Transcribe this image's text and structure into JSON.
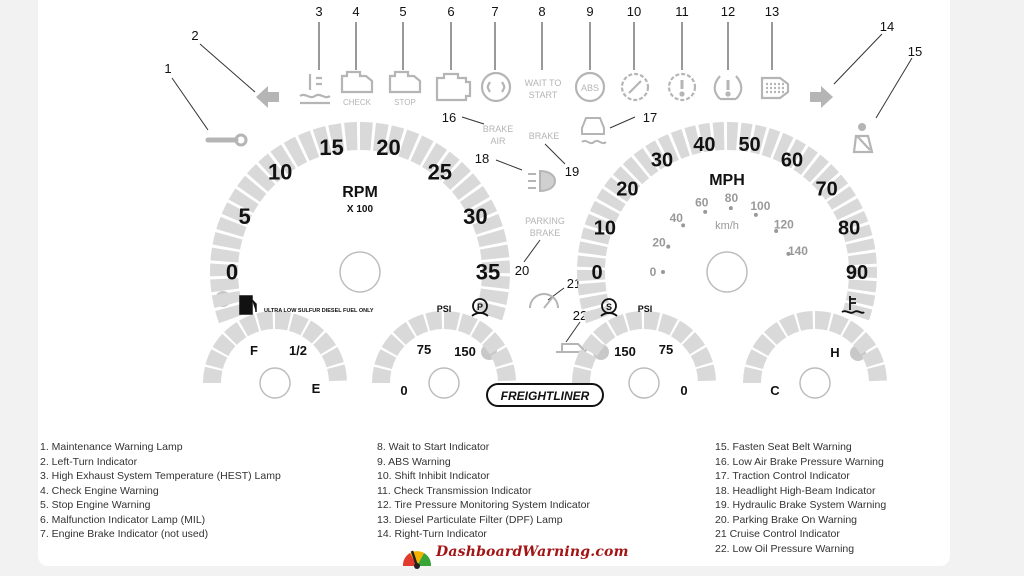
{
  "callouts": [
    "1",
    "2",
    "3",
    "4",
    "5",
    "6",
    "7",
    "8",
    "9",
    "10",
    "11",
    "12",
    "13",
    "14",
    "15",
    "16",
    "17",
    "18",
    "19",
    "20",
    "21",
    "22"
  ],
  "indicator_labels": {
    "check": "CHECK",
    "stop": "STOP",
    "wait_to_start": [
      "WAIT TO",
      "START"
    ],
    "abs": "ABS",
    "brake_air": [
      "BRAKE",
      "AIR"
    ],
    "brake": "BRAKE",
    "parking_brake": [
      "PARKING",
      "BRAKE"
    ]
  },
  "tachometer": {
    "label": "RPM",
    "multiplier": "X 100",
    "ticks": [
      "0",
      "5",
      "10",
      "15",
      "20",
      "25",
      "30",
      "35"
    ]
  },
  "speedometer": {
    "label": "MPH",
    "ticks": [
      "0",
      "10",
      "20",
      "30",
      "40",
      "50",
      "60",
      "70",
      "80",
      "90"
    ],
    "kmh_label": "km/h",
    "kmh_ticks": [
      "0",
      "20",
      "40",
      "60",
      "80",
      "100",
      "120",
      "140"
    ]
  },
  "fuel_gauge": {
    "full": "F",
    "half": "1/2",
    "empty": "E",
    "note": "ULTRA LOW SULFUR DIESEL FUEL ONLY"
  },
  "air_pressure_left": {
    "unit": "PSI",
    "high": "150",
    "mid": "75",
    "low": "0"
  },
  "air_pressure_right": {
    "unit": "PSI",
    "high": "150",
    "mid": "75",
    "low": "0"
  },
  "temp_gauge": {
    "hot": "H",
    "cold": "C"
  },
  "brand": "FREIGHTLINER",
  "legend": {
    "col1": [
      "1.  Maintenance Warning Lamp",
      "2.  Left-Turn Indicator",
      "3.  High Exhaust System Temperature (HEST) Lamp",
      "4.  Check Engine Warning",
      "5.  Stop Engine Warning",
      "6.  Malfunction Indicator Lamp (MIL)",
      "7.  Engine Brake Indicator (not used)"
    ],
    "col2": [
      "8.  Wait to Start Indicator",
      "9.  ABS Warning",
      "10. Shift Inhibit Indicator",
      "11. Check Transmission Indicator",
      "12. Tire Pressure Monitoring System Indicator",
      "13. Diesel Particulate Filter (DPF) Lamp",
      "14. Right-Turn Indicator"
    ],
    "col3": [
      "15. Fasten Seat Belt Warning",
      "16. Low Air Brake Pressure Warning",
      "17. Traction Control Indicator",
      "18. Headlight High-Beam Indicator",
      "19. Hydraulic Brake System Warning",
      "20. Parking Brake On Warning",
      "21 Cruise Control Indicator",
      "22. Low Oil Pressure Warning"
    ]
  },
  "watermark": "DashboardWarning.com",
  "colors": {
    "indicator_gray": "#b5b5b5",
    "gauge_band": "#d9d9d9",
    "text": "#111111",
    "brand_red": "#a31515"
  }
}
